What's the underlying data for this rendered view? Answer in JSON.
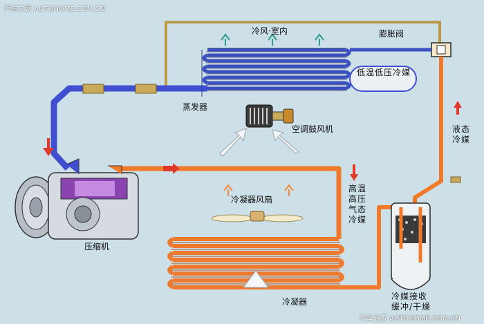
{
  "watermark_top": "汽车之家  AUTOHOME.COM.CN",
  "watermark_bottom": "汽车之家  AUTOHOME.COM.CN",
  "labels": {
    "indoor_cold_air": "冷风·室内",
    "expansion_valve": "膨胀阀",
    "low_temp_low_pressure_refrigerant": "低温低压冷媒",
    "evaporator": "蒸发器",
    "ac_blower": "空调鼓风机",
    "liquid_refrigerant": "液态冷媒",
    "high_temp_high_pressure_gas_refrigerant": "高温高压气态冷媒",
    "condenser_fan": "冷凝器风扇",
    "compressor": "压缩机",
    "condenser": "冷凝器",
    "receiver_drier": "冷媒接收缓冲/干燥"
  },
  "colors": {
    "background": "#cde0e8",
    "low_pressure_line": "#3f4fd0",
    "high_pressure_line": "#f07a2a",
    "liquid_line_thin": "#b89a4a",
    "evaporator_coil": "#9a9fa6",
    "condenser_coil": "#ee7a2f",
    "arrow_red": "#e23a2a",
    "arrow_teal": "#2a9a8a",
    "arrow_orange": "#f08a3a"
  }
}
